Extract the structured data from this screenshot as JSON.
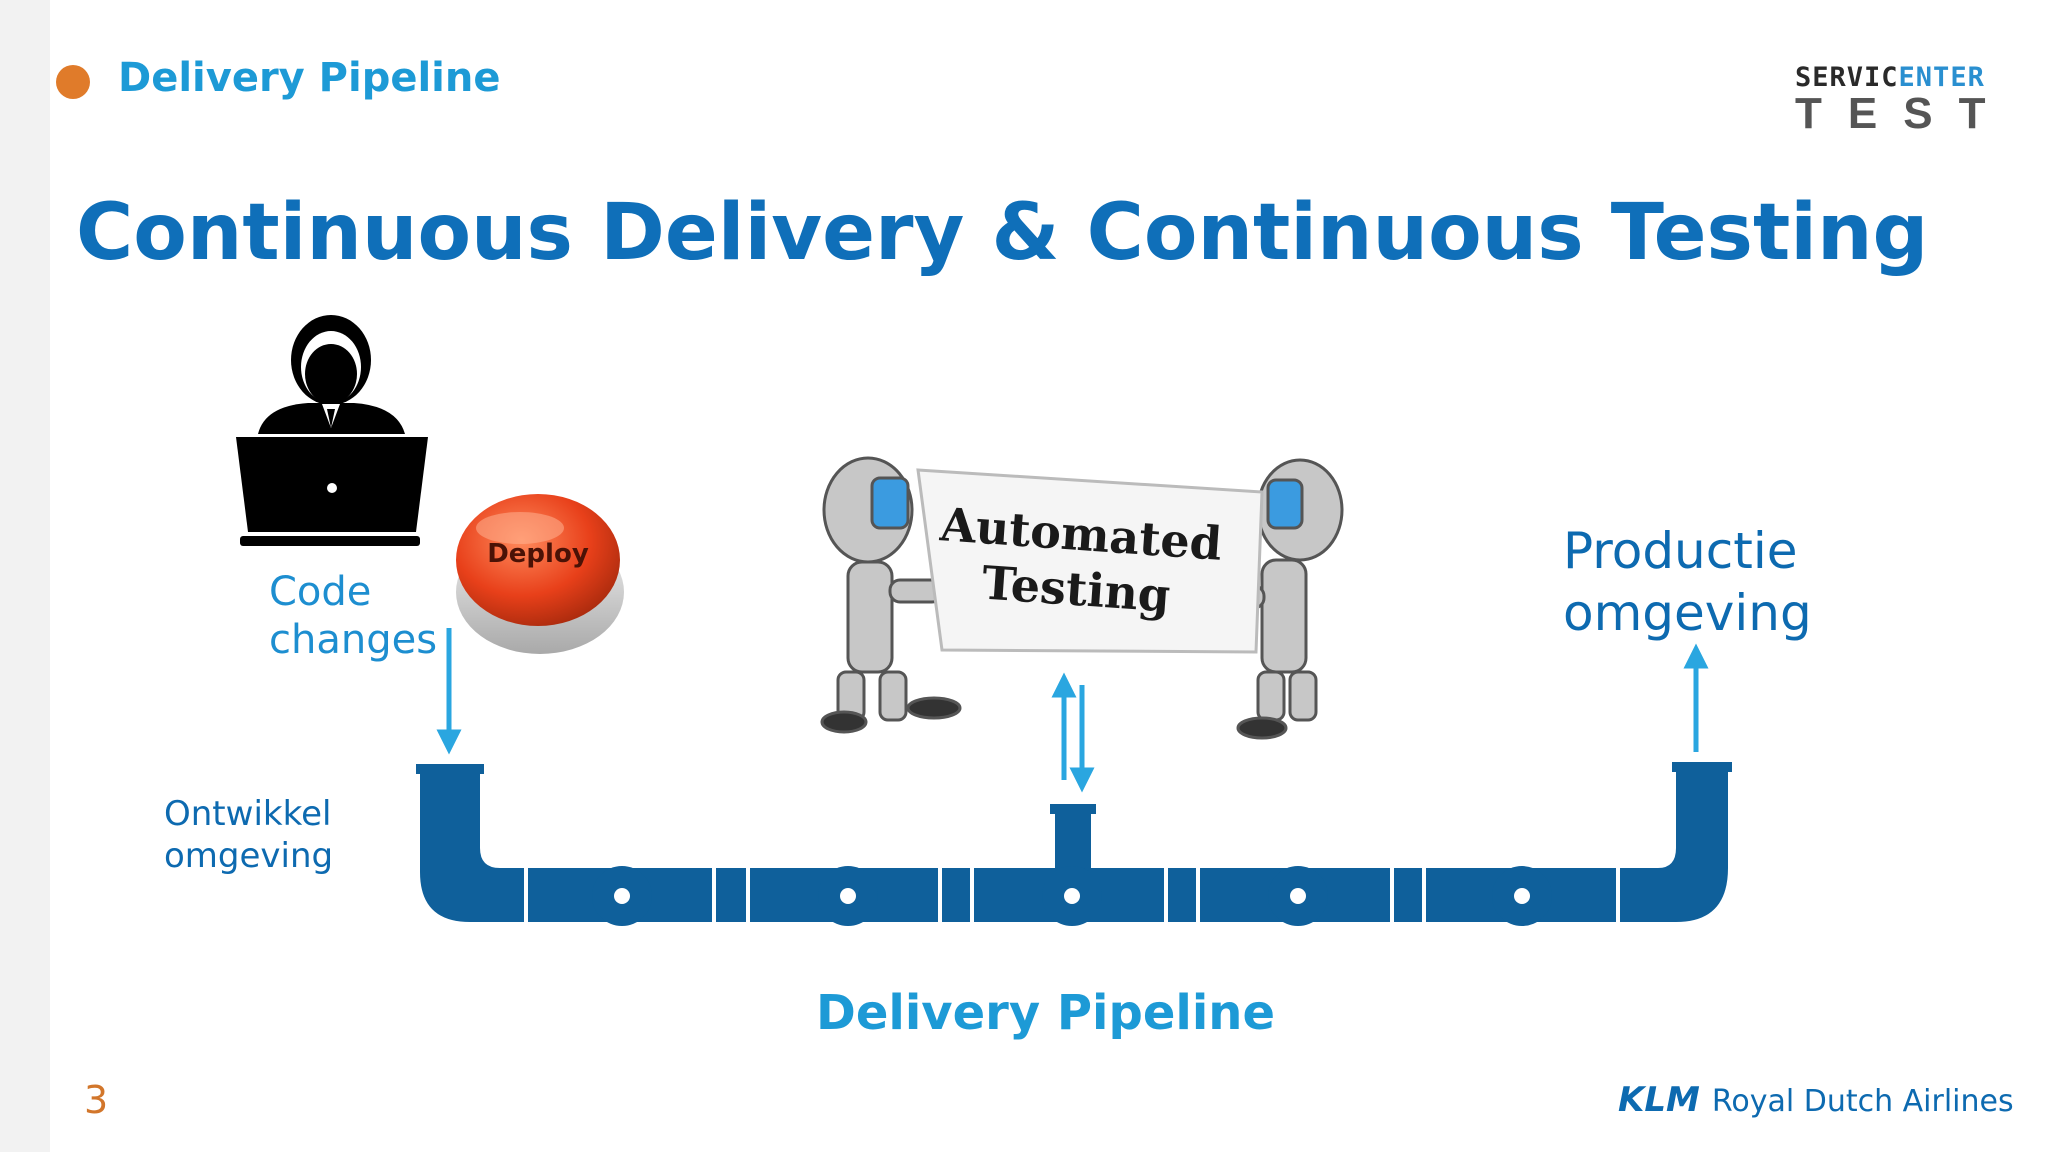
{
  "header": {
    "section_title": "Delivery Pipeline"
  },
  "logo": {
    "top_part1": "SERVIC",
    "top_part2": "ENTER",
    "bottom": "TEST"
  },
  "title": "Continuous Delivery & Continuous Testing",
  "diagram": {
    "code_changes_line1": "Code",
    "code_changes_line2": "changes",
    "deploy_button": "Deploy",
    "banner_line1": "Automated",
    "banner_line2": "Testing",
    "ontwikkel_line1": "Ontwikkel",
    "ontwikkel_line2": "omgeving",
    "productie_line1": "Productie",
    "productie_line2": "omgeving",
    "pipeline_label": "Delivery Pipeline"
  },
  "footer": {
    "page_number": "3",
    "airline_brand": "KLM",
    "airline_name": "Royal Dutch Airlines"
  },
  "colors": {
    "pipe": "#0f609b",
    "accent_blue": "#1d9ad6",
    "title_blue": "#0f6fb9",
    "orange": "#e07b2a",
    "deploy_red": "#e8401a"
  }
}
